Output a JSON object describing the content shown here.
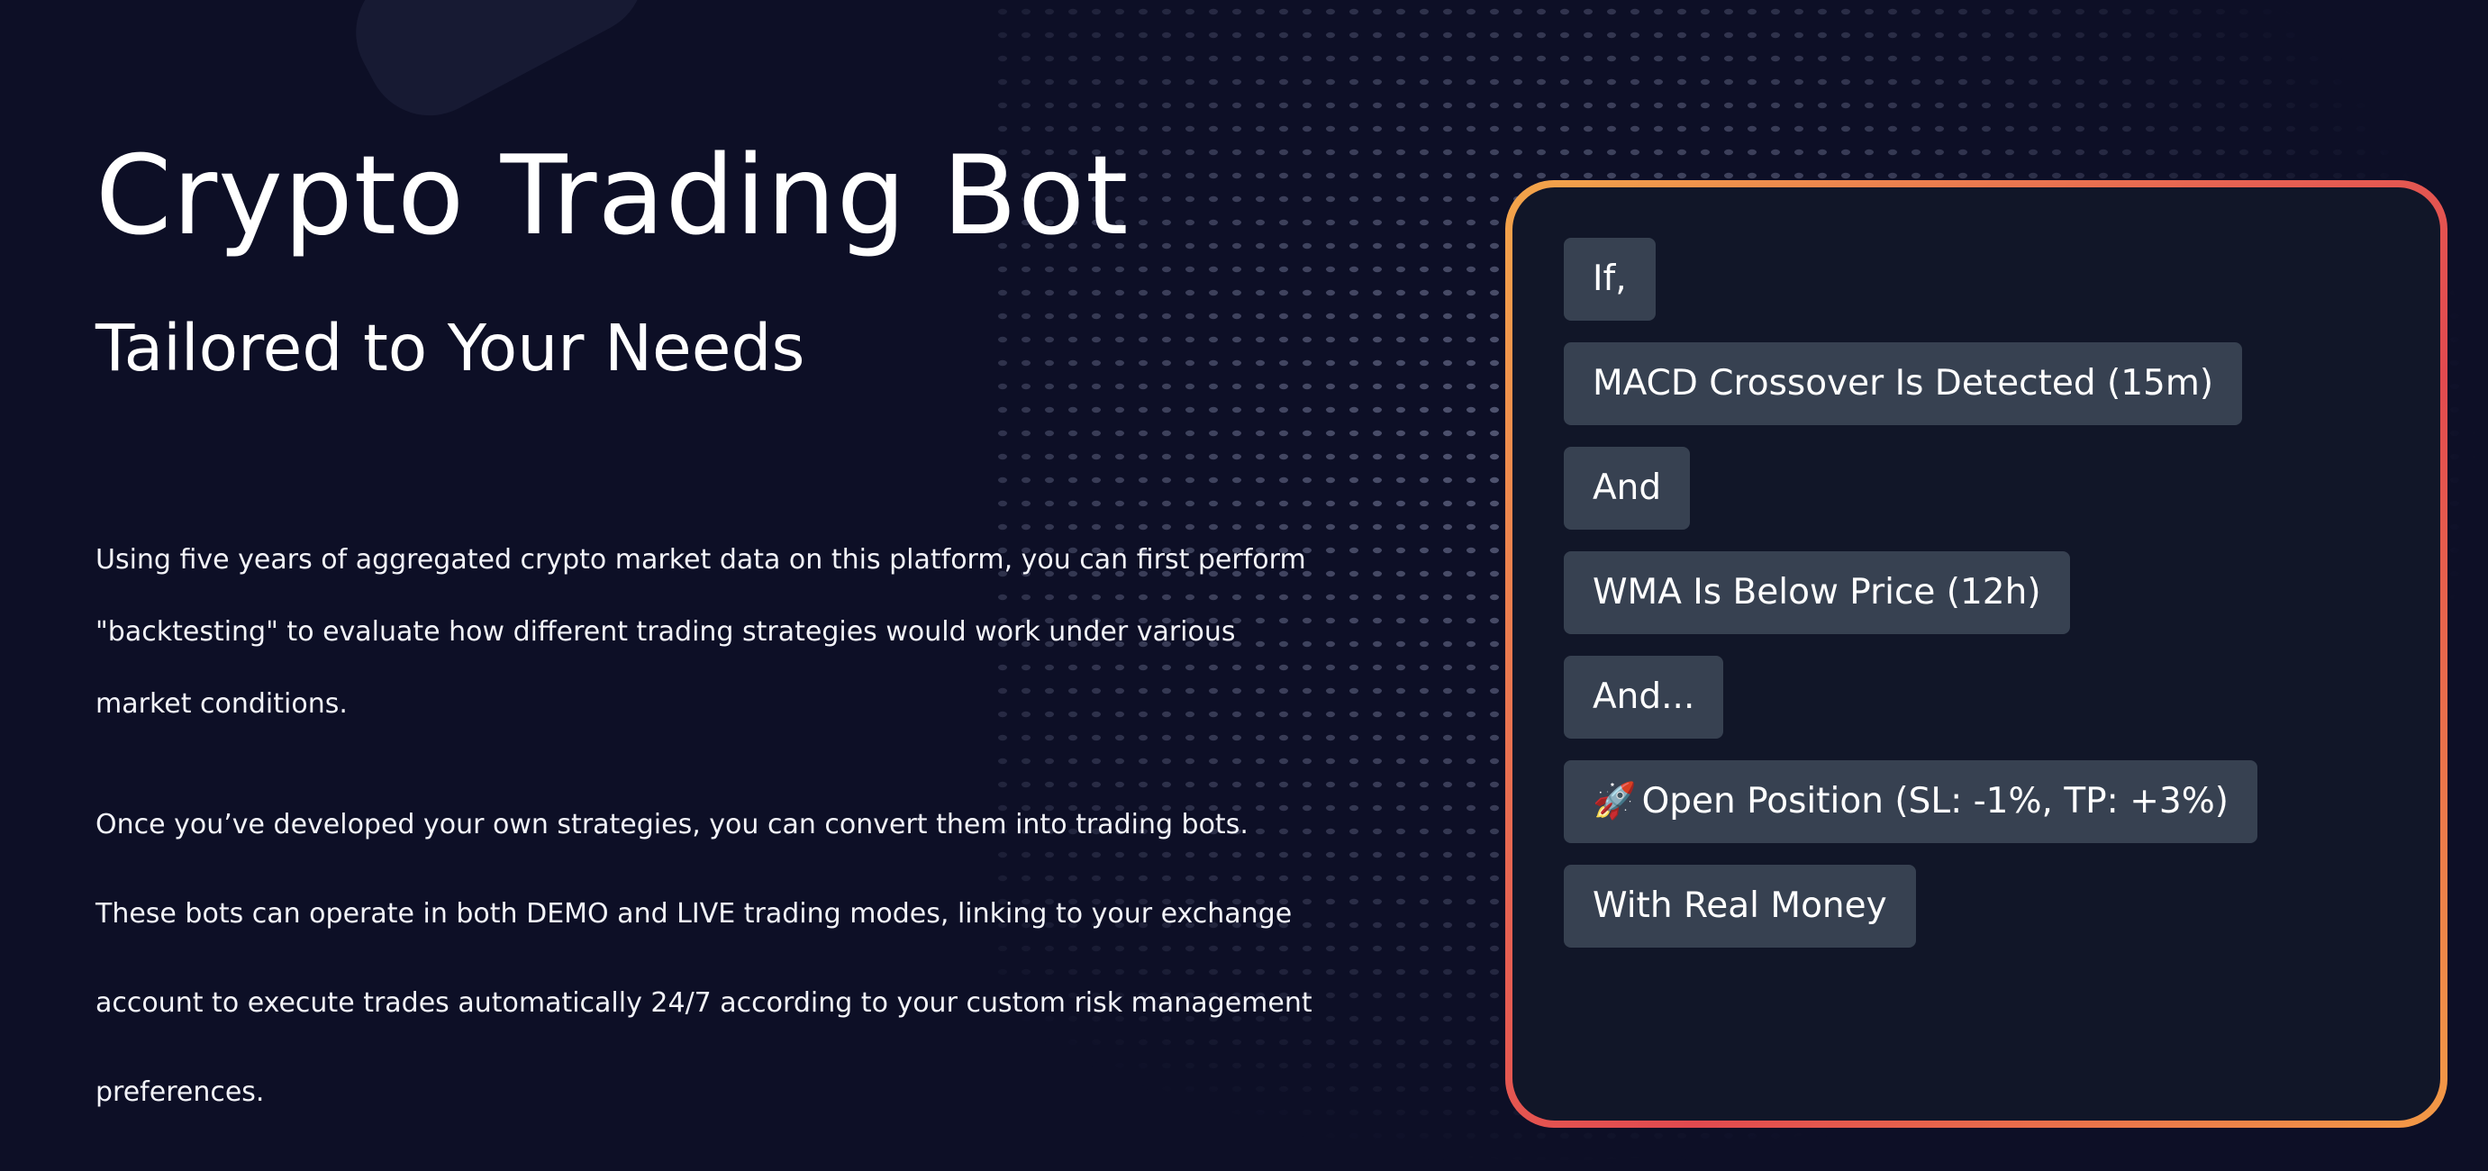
{
  "hero": {
    "title": "Crypto Trading Bot",
    "subtitle": "Tailored to Your Needs"
  },
  "description": {
    "paragraph_1": "Using five years of aggregated crypto market data on this platform, you can first perform \"backtesting\" to evaluate how different trading strategies would work under various market conditions.",
    "paragraph_2": "Once you’ve developed your own strategies, you can convert them into trading bots. These bots can operate in both DEMO and LIVE trading modes, linking to your exchange account to execute trades automatically 24/7 according to your custom risk management preferences."
  },
  "rule_builder": {
    "items": [
      {
        "label": "If,"
      },
      {
        "label": "MACD Crossover Is Detected (15m)"
      },
      {
        "label": "And"
      },
      {
        "label": "WMA Is Below Price (12h)"
      },
      {
        "label": "And..."
      },
      {
        "icon": "rocket-icon",
        "icon_glyph": "🚀",
        "label": "Open Position (SL: -1%, TP: +3%)"
      },
      {
        "label": "With Real Money"
      }
    ]
  },
  "colors": {
    "background": "#0d0f26",
    "card_background": "#111628",
    "chip_background": "#374151",
    "border_gradient_start": "#f3a54a",
    "border_gradient_mid": "#e24a4f"
  }
}
